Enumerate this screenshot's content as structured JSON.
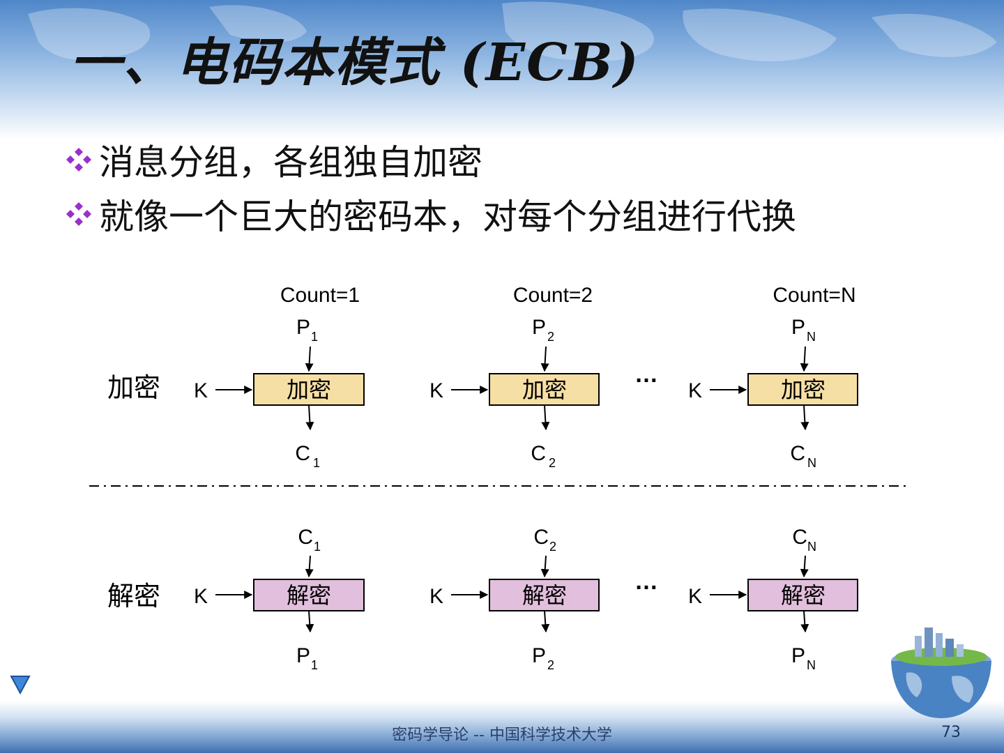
{
  "slide": {
    "title": "一、电码本模式 (ECB)",
    "bullets": [
      "消息分组，各组独自加密",
      "就像一个巨大的密码本，对每个分组进行代换"
    ],
    "footer": "密码学导论 -- 中国科学技术大学",
    "page_number": "73"
  },
  "diagram": {
    "row_labels": {
      "encrypt": "加密",
      "decrypt": "解密"
    },
    "key_label": "K",
    "ellipsis": "…",
    "counts": [
      "Count=1",
      "Count=2",
      "Count=N"
    ],
    "encrypt_box": "加密",
    "decrypt_box": "解密",
    "plain_letter": "P",
    "cipher_letter": "C",
    "subscripts": [
      "1",
      "2",
      "N"
    ],
    "colors": {
      "encrypt_fill": "#f6dfa4",
      "decrypt_fill": "#e2bfdd",
      "bullet": "#9b30c8"
    }
  }
}
